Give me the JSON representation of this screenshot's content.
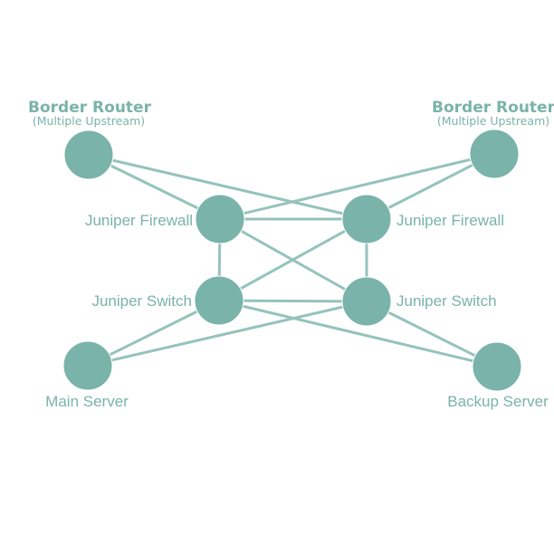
{
  "nodes": {
    "border_router_left": {
      "title": "Border Router",
      "subtitle": "(Multiple Upstream)"
    },
    "border_router_right": {
      "title": "Border Router",
      "subtitle": "(Multiple Upstream)"
    },
    "firewall_left": {
      "label": "Juniper Firewall"
    },
    "firewall_right": {
      "label": "Juniper Firewall"
    },
    "switch_left": {
      "label": "Juniper Switch"
    },
    "switch_right": {
      "label": "Juniper Switch"
    },
    "main_server": {
      "label": "Main Server"
    },
    "backup_server": {
      "label": "Backup Server"
    }
  },
  "colors": {
    "node": "#7ab3aa",
    "edge": "#95c3bb",
    "text": "#7ab3aa"
  }
}
